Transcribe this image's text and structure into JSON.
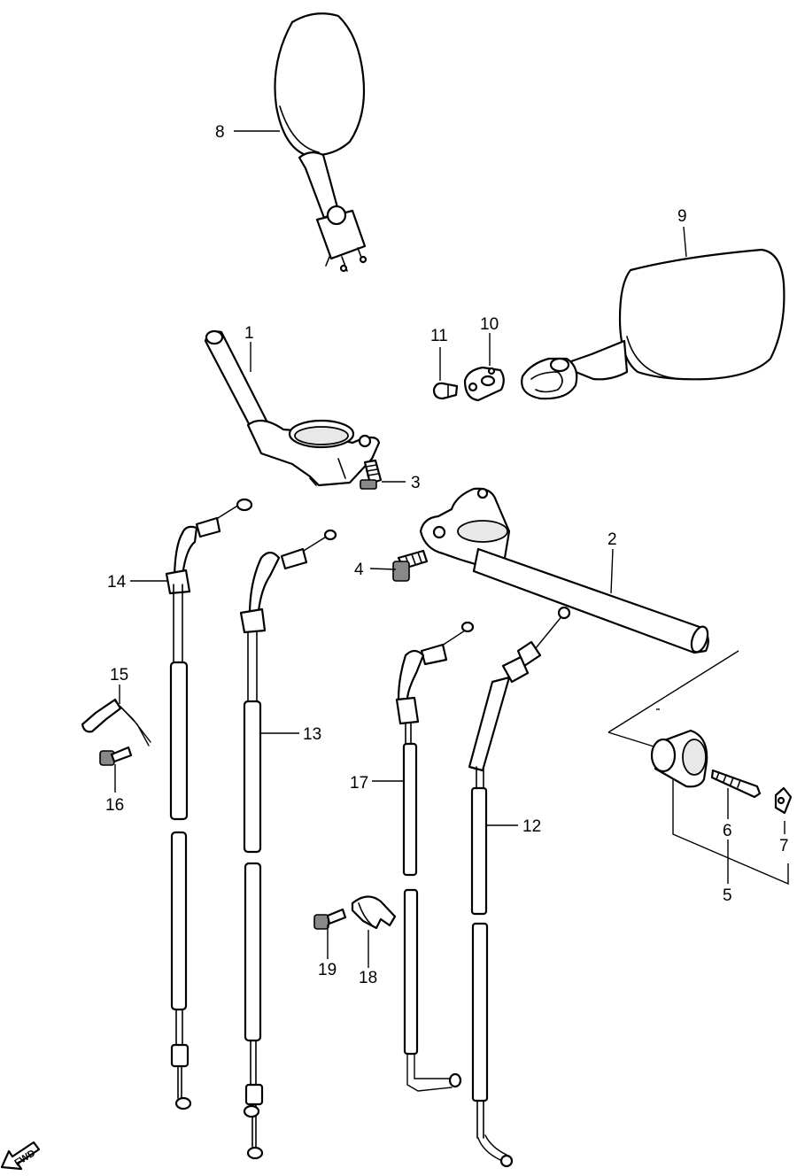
{
  "diagram": {
    "part_numbers": {
      "p1": "1",
      "p2": "2",
      "p3": "3",
      "p4": "4",
      "p5": "5",
      "p6": "6",
      "p7": "7",
      "p8": "8",
      "p9": "9",
      "p10": "10",
      "p11": "11",
      "p12": "12",
      "p13": "13",
      "p14": "14",
      "p15": "15",
      "p16": "16",
      "p17": "17",
      "p18": "18",
      "p19": "19"
    },
    "direction_indicator": "FWD"
  }
}
